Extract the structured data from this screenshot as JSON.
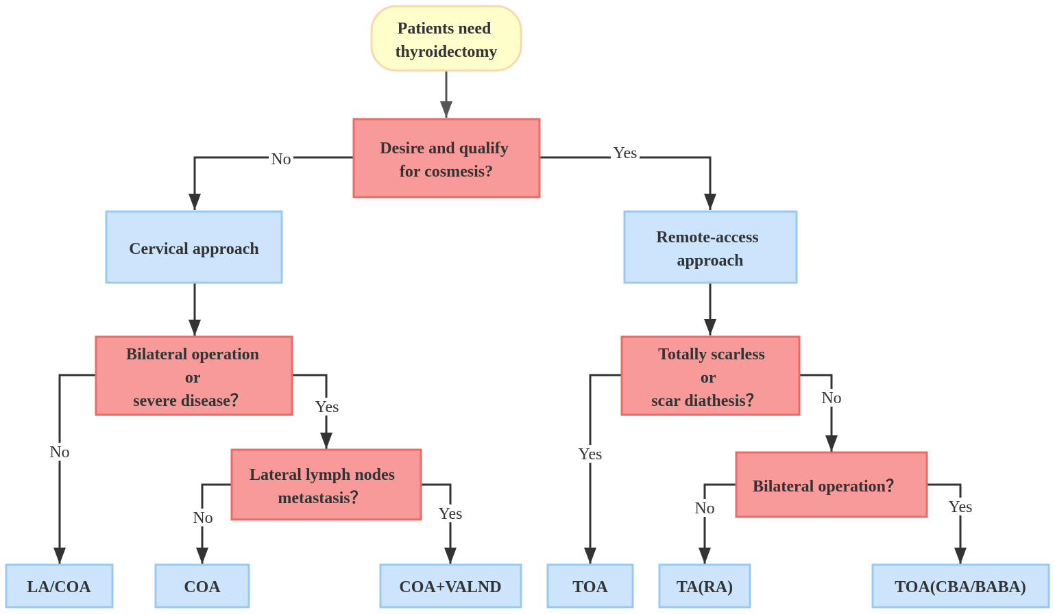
{
  "colors": {
    "start_fill": "#ffffcc",
    "start_stroke": "#f9d9a9",
    "decision_fill": "#f89a9a",
    "decision_stroke": "#ea6b66",
    "process_fill": "#cce5fc",
    "process_stroke": "#99c9f3",
    "line": "#333333",
    "text": "#333333"
  },
  "nodes": {
    "start": {
      "lines": [
        "Patients need",
        "thyroidectomy"
      ]
    },
    "cosmesis": {
      "lines": [
        "Desire and qualify",
        "for cosmesis?"
      ]
    },
    "cervical": {
      "lines": [
        "Cervical approach"
      ]
    },
    "remote": {
      "lines": [
        "Remote-access",
        "approach"
      ]
    },
    "bilateral_severe": {
      "lines": [
        "Bilateral operation",
        "or",
        "severe disease？"
      ]
    },
    "scarless": {
      "lines": [
        "Totally scarless",
        "or",
        "scar diathesis？"
      ]
    },
    "lateral_lymph": {
      "lines": [
        "Lateral lymph nodes",
        "metastasis？"
      ]
    },
    "bilateral_op": {
      "lines": [
        "Bilateral operation？"
      ]
    },
    "la_coa": {
      "lines": [
        "LA/COA"
      ]
    },
    "coa": {
      "lines": [
        "COA"
      ]
    },
    "coa_valnd": {
      "lines": [
        "COA+VALND"
      ]
    },
    "toa": {
      "lines": [
        "TOA"
      ]
    },
    "ta_ra": {
      "lines": [
        "TA(RA)"
      ]
    },
    "toa_cba": {
      "lines": [
        "TOA(CBA/BABA)"
      ]
    }
  },
  "edge_labels": {
    "cosmesis_no": "No",
    "cosmesis_yes": "Yes",
    "bilateral_severe_no": "No",
    "bilateral_severe_yes": "Yes",
    "lateral_no": "No",
    "lateral_yes": "Yes",
    "scarless_yes": "Yes",
    "scarless_no": "No",
    "bilateral_op_no": "No",
    "bilateral_op_yes": "Yes"
  }
}
